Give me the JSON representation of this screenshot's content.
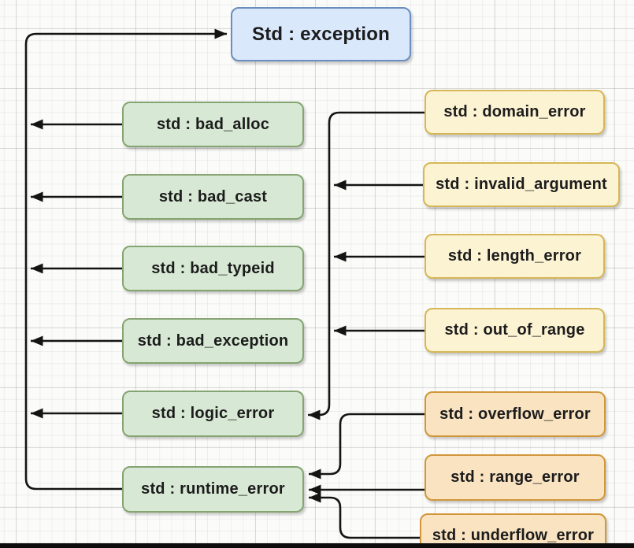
{
  "diagram": {
    "title": "C++ std exception class hierarchy",
    "background": {
      "canvas": "#fbfbfa",
      "grid_minor": "rgba(0,0,0,0.05)",
      "grid_major": "rgba(0,0,0,0.10)",
      "bottom_bar": "#0d0d0d"
    },
    "line_color": "#141414",
    "styles": {
      "blue": {
        "fill": "#dae8fc",
        "stroke": "#6c8ebf"
      },
      "green": {
        "fill": "#d7e9d4",
        "stroke": "#85a471"
      },
      "yellow": {
        "fill": "#fcf3d3",
        "stroke": "#d6b656"
      },
      "orange": {
        "fill": "#f9e3c1",
        "stroke": "#d0973a"
      }
    },
    "nodes": [
      {
        "id": "exception",
        "label": "Std : exception",
        "style": "blue"
      },
      {
        "id": "bad_alloc",
        "label": "std : bad_alloc",
        "style": "green"
      },
      {
        "id": "bad_cast",
        "label": "std : bad_cast",
        "style": "green"
      },
      {
        "id": "bad_typeid",
        "label": "std : bad_typeid",
        "style": "green"
      },
      {
        "id": "bad_exception",
        "label": "std : bad_exception",
        "style": "green"
      },
      {
        "id": "logic_error",
        "label": "std : logic_error",
        "style": "green"
      },
      {
        "id": "runtime_error",
        "label": "std : runtime_error",
        "style": "green"
      },
      {
        "id": "domain_error",
        "label": "std : domain_error",
        "style": "yellow"
      },
      {
        "id": "invalid_argument",
        "label": "std : invalid_argument",
        "style": "yellow"
      },
      {
        "id": "length_error",
        "label": "std : length_error",
        "style": "yellow"
      },
      {
        "id": "out_of_range",
        "label": "std : out_of_range",
        "style": "yellow"
      },
      {
        "id": "overflow_error",
        "label": "std : overflow_error",
        "style": "orange"
      },
      {
        "id": "range_error",
        "label": "std : range_error",
        "style": "orange"
      },
      {
        "id": "underflow_error",
        "label": "std : underflow_error",
        "style": "orange"
      }
    ],
    "edges": [
      {
        "from": "runtime_error",
        "to": "exception"
      },
      {
        "from": "bad_alloc",
        "to": "exception"
      },
      {
        "from": "bad_cast",
        "to": "exception"
      },
      {
        "from": "bad_typeid",
        "to": "exception"
      },
      {
        "from": "bad_exception",
        "to": "exception"
      },
      {
        "from": "logic_error",
        "to": "exception"
      },
      {
        "from": "domain_error",
        "to": "logic_error"
      },
      {
        "from": "invalid_argument",
        "to": "logic_error"
      },
      {
        "from": "length_error",
        "to": "logic_error"
      },
      {
        "from": "out_of_range",
        "to": "logic_error"
      },
      {
        "from": "overflow_error",
        "to": "runtime_error"
      },
      {
        "from": "range_error",
        "to": "runtime_error"
      },
      {
        "from": "underflow_error",
        "to": "runtime_error"
      }
    ]
  }
}
